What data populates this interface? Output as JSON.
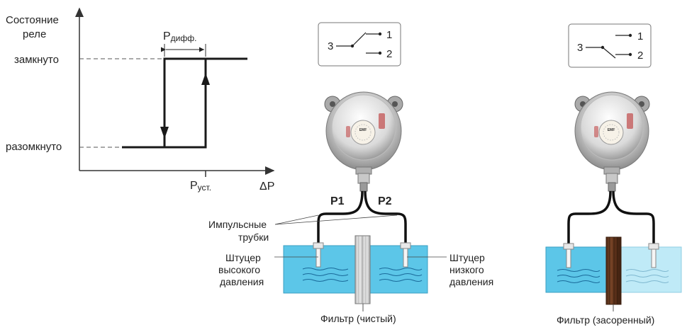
{
  "graph": {
    "y_title_line1": "Состояние",
    "y_title_line2": "реле",
    "state_closed": "замкнуто",
    "state_open": "разомкнуто",
    "p_diff_main": "P",
    "p_diff_sub": "дифф.",
    "p_set_main": "P",
    "p_set_sub": "уст.",
    "x_axis": "ΔP"
  },
  "switch_left": {
    "common": "3",
    "contact1": "1",
    "contact2": "2"
  },
  "switch_right": {
    "common": "3",
    "contact1": "1",
    "contact2": "2"
  },
  "left_setup": {
    "p1": "P1",
    "p2": "P2",
    "tubes_line1": "Импульсные",
    "tubes_line2": "трубки",
    "high_line1": "Штуцер",
    "high_line2": "высокого",
    "high_line3": "давления",
    "low_line1": "Штуцер",
    "low_line2": "низкого",
    "low_line3": "давления",
    "filter": "Фильтр (чистый)",
    "gauge_brand": "EMF"
  },
  "right_setup": {
    "filter": "Фильтр (засоренный)",
    "gauge_brand": "EMF"
  },
  "colors": {
    "line": "#1a1a1a",
    "axis": "#333333",
    "water_left": "#5cc6e8",
    "water_right_high": "#5cc6e8",
    "water_right_low": "#bfeaf7",
    "filter_clean": "#d8d8d8",
    "filter_clogged": "#6b3c22"
  }
}
